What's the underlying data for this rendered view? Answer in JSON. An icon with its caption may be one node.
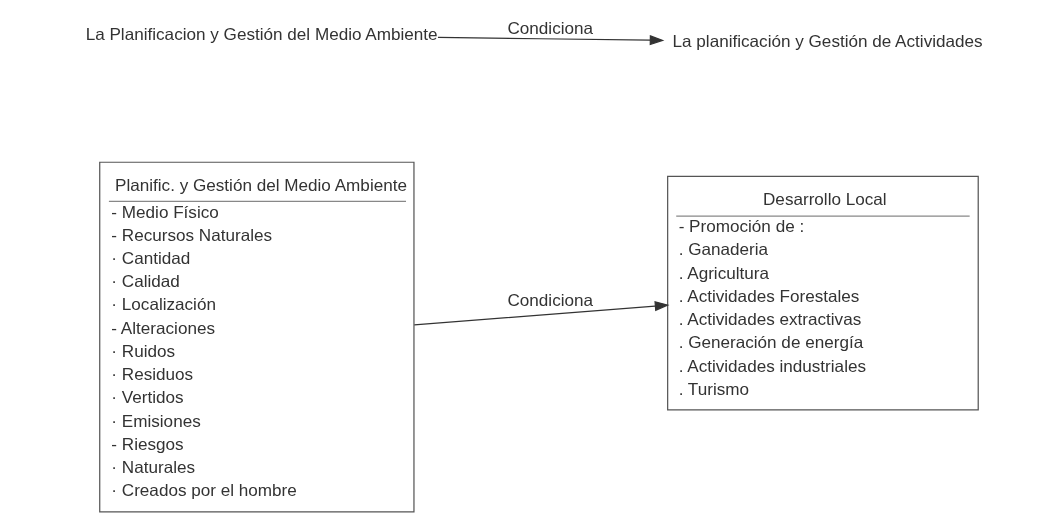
{
  "diagram": {
    "nodes": [
      {
        "text": [
          "La Planificacion y Gestión del Medio Ambiente"
        ]
      },
      {
        "text": [
          "La planificación y Gestión de Actividades"
        ]
      },
      {
        "text": [
          "Planific. y Gestión del Medio Ambiente",
          "- Medio Físico",
          "- Recursos Naturales",
          "· Cantidad",
          "· Calidad",
          "· Localización",
          "- Alteraciones",
          "· Ruidos",
          "· Residuos",
          "· Vertidos",
          "· Emisiones",
          "- Riesgos",
          "· Naturales",
          "· Creados por el hombre"
        ]
      },
      {
        "text": [
          "Desarrollo Local",
          "- Promoción de :",
          ". Ganaderia",
          ". Agricultura",
          ". Actividades Forestales",
          ". Actividades extractivas",
          ". Generación de energía",
          ". Actividades industriales",
          ". Turismo"
        ]
      }
    ],
    "edges": [
      {
        "from": 0,
        "to": 1,
        "arrow": "to",
        "label": "Condiciona"
      },
      {
        "from": 2,
        "to": 3,
        "arrow": "to",
        "label": "Condiciona"
      }
    ]
  }
}
